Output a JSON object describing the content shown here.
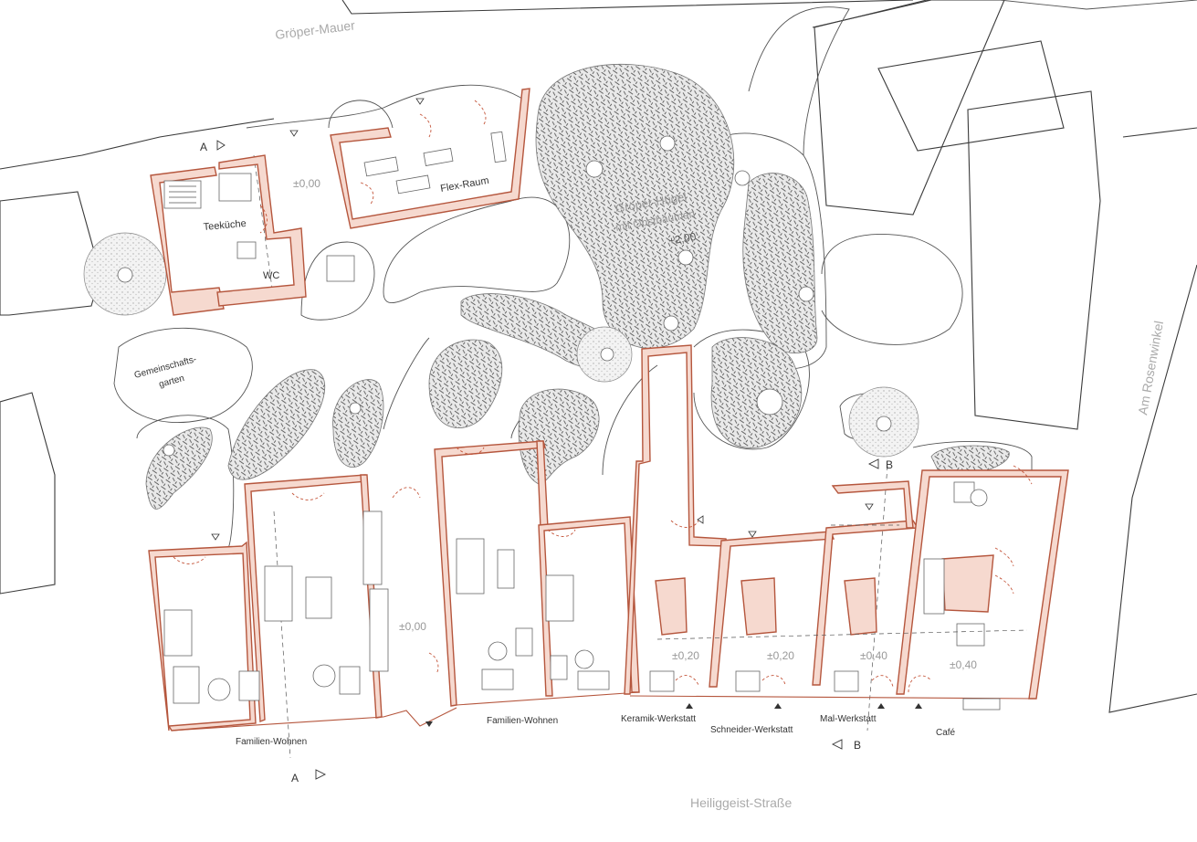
{
  "streets": {
    "north": "Gröper-Mauer",
    "south": "Heiliggeist-Straße",
    "east": "Am Rosenwinkel"
  },
  "rooms": {
    "flex": "Flex-Raum",
    "teekueche": "Teeküche",
    "wc": "WC",
    "garden_1": "Gemeinschafts-",
    "garden_2": "garten",
    "hill_1": "Gröper-Hügel",
    "hill_2": "mit Obstbäumen",
    "hill_level": "+2,00",
    "family_a": "Familien-Wohnen",
    "family_b": "Familien-Wohnen",
    "keramik": "Keramik-Werkstatt",
    "schneider": "Schneider-Werkstatt",
    "mal": "Mal-Werkstatt",
    "cafe": "Café"
  },
  "levels": {
    "flex": "±0,00",
    "court": "±0,00",
    "keramik": "±0,20",
    "schneider": "±0,20",
    "mal": "±0,40",
    "cafe": "±0,40"
  },
  "section_marks": {
    "a_top": "A",
    "a_bottom": "A",
    "b_top": "B",
    "b_bottom": "B"
  },
  "colors": {
    "wall_fill": "#f6d9cf",
    "wall_stroke": "#b5563d",
    "label": "#333333",
    "street_label": "#aaaaaa"
  }
}
